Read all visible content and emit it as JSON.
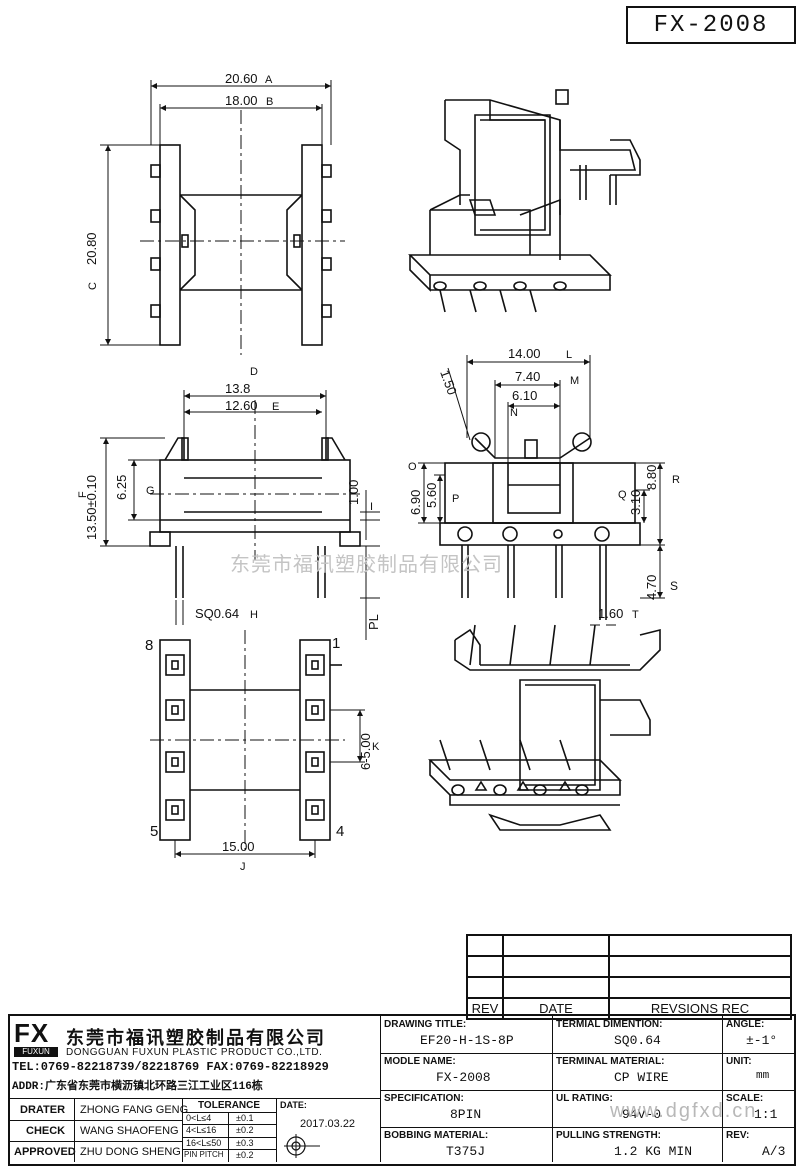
{
  "drawing_no": "FX-2008",
  "watermark_cn": "东莞市福讯塑胶制品有限公司",
  "watermark_url": "www.dgfxd.cn",
  "dimensions": {
    "a": "20.60",
    "a_tag": "A",
    "b": "18.00",
    "b_tag": "B",
    "c": "20.80",
    "c_tag": "C",
    "d": "13.8",
    "d_tag": "D",
    "e": "12.60",
    "e_tag": "E",
    "f": "13.50±0.10",
    "f_tag": "F",
    "g": "6.25",
    "g_tag": "G",
    "h": "SQ0.64",
    "h_tag": "H",
    "i": "1.00",
    "i_tag": "I",
    "j": "15.00",
    "j_tag": "J",
    "k": "5.00",
    "k_tag": "K",
    "l": "14.00",
    "l_tag": "L",
    "m": "7.40",
    "m_tag": "M",
    "n": "6.10",
    "n_tag": "N",
    "o": "6.90",
    "o_tag": "O",
    "p": "5.60",
    "p_tag": "P",
    "q": "3.10",
    "q_tag": "Q",
    "r": "8.80",
    "r_tag": "R",
    "s": "4.70",
    "s_tag": "S",
    "t": "1.60",
    "t_tag": "T",
    "dia": "1.50",
    "pl": "PL",
    "k_label": "6-5.00",
    "pin8": "8",
    "pin1": "1",
    "pin5": "5",
    "pin4": "4"
  },
  "revision": {
    "rev": "REV",
    "date": "DATE",
    "records": "REVSIONS REC"
  },
  "company": {
    "logo": "FX",
    "logo_sub": "FUXUN",
    "name_cn": "东莞市福讯塑胶制品有限公司",
    "name_en": "DONGGUAN FUXUN PLASTIC PRODUCT CO.,LTD.",
    "tel": "TEL:0769-82218739/82218769 FAX:0769-82218929",
    "addr": "ADDR:广东省东莞市横沥镇北环路三江工业区116栋"
  },
  "people": {
    "drater_l": "DRATER",
    "drater": "ZHONG FANG GENG",
    "check_l": "CHECK",
    "check": "WANG SHAOFENG",
    "approved_l": "APPROVED",
    "approved": "ZHU DONG SHENG"
  },
  "tolerance": {
    "title": "TOLERANCE",
    "r1": "0<L≤4",
    "v1": "±0.1",
    "r2": "4<L≤16",
    "v2": "±0.2",
    "r3": "16<L≤50",
    "v3": "±0.3",
    "r4": "PIN PITCH",
    "v4": "±0.2"
  },
  "date": {
    "label": "DATE:",
    "value": "2017.03.22"
  },
  "fields": {
    "drawing_title_l": "DRAWING TITLE:",
    "drawing_title": "EF20-H-1S-8P",
    "terminal_dim_l": "TERMIAL DIMENTION:",
    "terminal_dim": "SQ0.64",
    "angle_l": "ANGLE:",
    "angle": "±-1°",
    "model_l": "MODLE NAME:",
    "model": "FX-2008",
    "term_mat_l": "TERMINAL MATERIAL:",
    "term_mat": "CP WIRE",
    "unit_l": "UNIT:",
    "unit": "mm",
    "spec_l": "SPECIFICATION:",
    "spec": "8PIN",
    "ul_l": "UL RATING:",
    "ul": "94V-0",
    "scale_l": "SCALE:",
    "scale": "1:1",
    "bob_l": "BOBBING MATERIAL:",
    "bob": "T375J",
    "pull_l": "PULLING STRENGTH:",
    "pull": "1.2 KG MIN",
    "rev_l": "REV:",
    "rev": "A/3"
  }
}
